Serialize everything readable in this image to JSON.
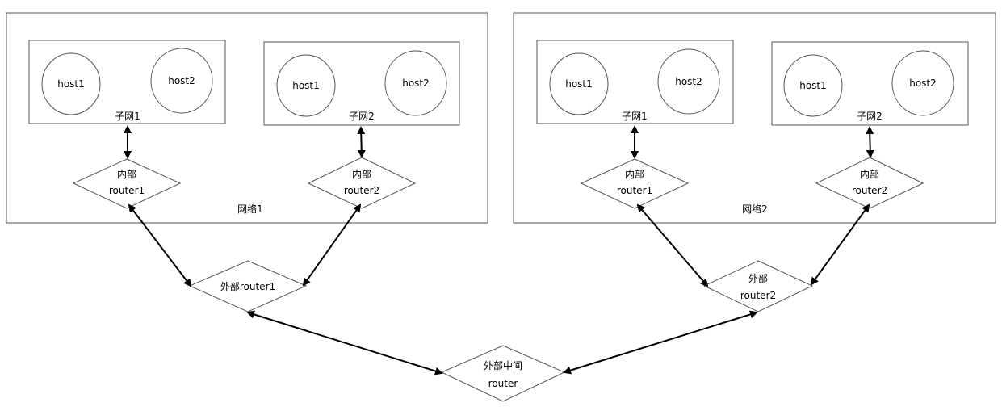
{
  "colors": {
    "stroke": "#555555",
    "arrow": "#000000",
    "text": "#000000",
    "background": "#ffffff"
  },
  "network1": {
    "label": "网络1",
    "subnet1": {
      "label": "子网1",
      "host1": "host1",
      "host2": "host2"
    },
    "subnet2": {
      "label": "子网2",
      "host1": "host1",
      "host2": "host2"
    },
    "router1": {
      "line1": "内部",
      "line2": "router1"
    },
    "router2": {
      "line1": "内部",
      "line2": "router2"
    }
  },
  "network2": {
    "label": "网络2",
    "subnet1": {
      "label": "子网1",
      "host1": "host1",
      "host2": "host2"
    },
    "subnet2": {
      "label": "子网2",
      "host1": "host1",
      "host2": "host2"
    },
    "router1": {
      "line1": "内部",
      "line2": "router1"
    },
    "router2": {
      "line1": "内部",
      "line2": "router2"
    }
  },
  "external_router1": {
    "label": "外部router1"
  },
  "external_router2": {
    "line1": "外部",
    "line2": "router2"
  },
  "middle_router": {
    "line1": "外部中间",
    "line2": "router"
  }
}
